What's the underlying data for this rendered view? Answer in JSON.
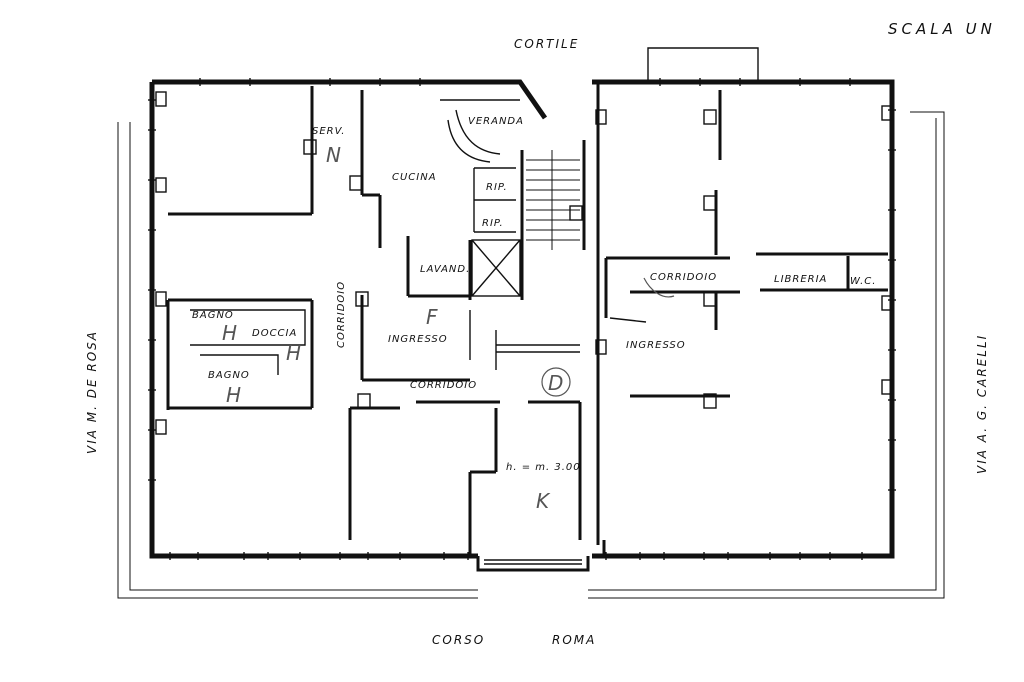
{
  "title": "SCALA UN",
  "streets": {
    "top": "CORTILE",
    "bottom_left": "CORSO",
    "bottom_right": "ROMA",
    "left": "VIA M. DE ROSA",
    "right": "VIA A. G. CARELLI"
  },
  "rooms": {
    "serv": "SERV.",
    "cucina": "CUCINA",
    "veranda": "VERANDA",
    "rip1": "RIP.",
    "rip2": "RIP.",
    "lavand": "LAVAND.",
    "corridoio_vert": "CORRIDOIO",
    "ingresso_left": "INGRESSO",
    "bagno1": "BAGNO",
    "doccia": "DOCCIA",
    "bagno2": "BAGNO",
    "corridoio_center": "CORRIDOIO",
    "corridoio_right": "CORRIDOIO",
    "libreria": "LIBRERIA",
    "wc": "W.C.",
    "ingresso_right": "INGRESSO",
    "height_note": "h. = m. 3.00"
  },
  "marks": {
    "n": "N",
    "h1": "H",
    "h2": "H",
    "h3": "H",
    "f": "F",
    "d": "D",
    "k": "K"
  }
}
